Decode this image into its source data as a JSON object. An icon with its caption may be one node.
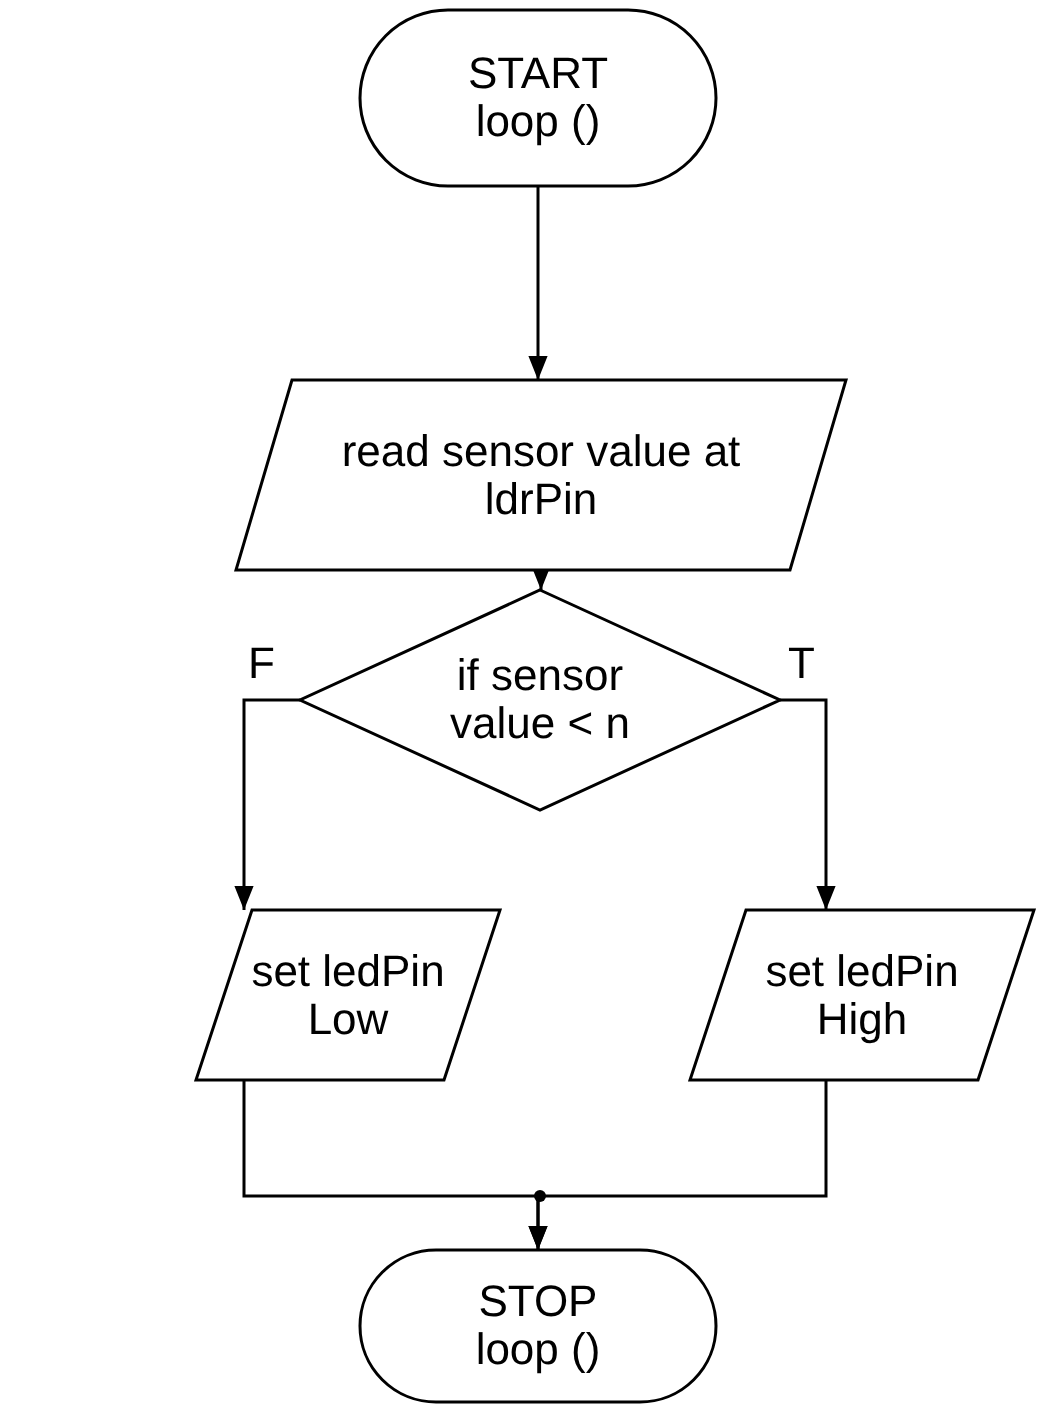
{
  "diagram": {
    "nodes": [
      {
        "text": [
          "START loop ()"
        ]
      },
      {
        "text": [
          "read sensor value at ldrPin"
        ]
      },
      {
        "text": [
          "if sensor value < n"
        ]
      },
      {
        "text": [
          "set ledPin Low"
        ]
      },
      {
        "text": [
          "set ledPin High"
        ]
      },
      {
        "text": [
          "STOP loop ()"
        ]
      }
    ],
    "edges": [
      {
        "from": 0,
        "to": 1,
        "arrow": "to"
      },
      {
        "from": 1,
        "to": 2,
        "arrow": "to"
      },
      {
        "from": 2,
        "to": 3,
        "label": "F",
        "arrow": "to"
      },
      {
        "from": 2,
        "to": 4,
        "label": "T",
        "arrow": "to"
      },
      {
        "from": 3,
        "to": 5,
        "arrow": "to"
      },
      {
        "from": 4,
        "to": 5,
        "arrow": "to"
      }
    ]
  }
}
